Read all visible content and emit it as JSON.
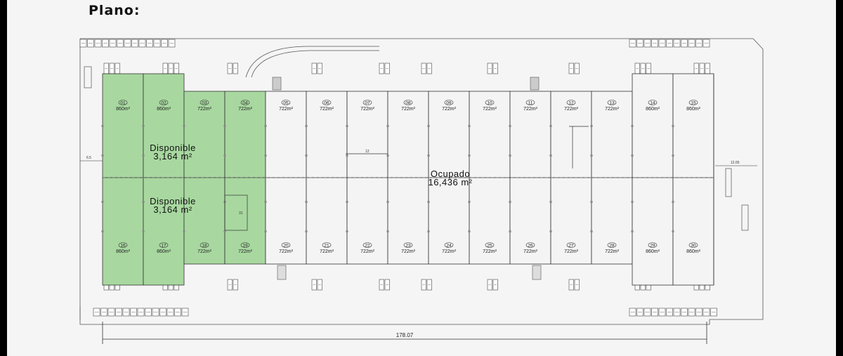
{
  "title": "Plano:",
  "colors": {
    "available": "#a8d8a0",
    "occupied": "#f4f4f4",
    "line": "#333333",
    "background": "#f5f5f5"
  },
  "top_bays": [
    {
      "num": "01",
      "area": "860m²",
      "status": "available"
    },
    {
      "num": "02",
      "area": "860m²",
      "status": "available"
    },
    {
      "num": "03",
      "area": "722m²",
      "status": "available"
    },
    {
      "num": "04",
      "area": "722m²",
      "status": "available"
    },
    {
      "num": "05",
      "area": "722m²",
      "status": "occupied"
    },
    {
      "num": "06",
      "area": "722m²",
      "status": "occupied"
    },
    {
      "num": "07",
      "area": "722m²",
      "status": "occupied"
    },
    {
      "num": "08",
      "area": "722m²",
      "status": "occupied"
    },
    {
      "num": "09",
      "area": "722m²",
      "status": "occupied"
    },
    {
      "num": "10",
      "area": "722m²",
      "status": "occupied"
    },
    {
      "num": "11",
      "area": "722m²",
      "status": "occupied"
    },
    {
      "num": "12",
      "area": "722m²",
      "status": "occupied"
    },
    {
      "num": "13",
      "area": "722m²",
      "status": "occupied"
    },
    {
      "num": "14",
      "area": "860m²",
      "status": "occupied"
    },
    {
      "num": "15",
      "area": "860m²",
      "status": "occupied"
    }
  ],
  "bottom_bays": [
    {
      "num": "16",
      "area": "860m²",
      "status": "available"
    },
    {
      "num": "17",
      "area": "860m²",
      "status": "available"
    },
    {
      "num": "18",
      "area": "722m²",
      "status": "available"
    },
    {
      "num": "19",
      "area": "722m²",
      "status": "available"
    },
    {
      "num": "20",
      "area": "722m²",
      "status": "occupied"
    },
    {
      "num": "21",
      "area": "722m²",
      "status": "occupied"
    },
    {
      "num": "22",
      "area": "722m²",
      "status": "occupied"
    },
    {
      "num": "23",
      "area": "722m²",
      "status": "occupied"
    },
    {
      "num": "24",
      "area": "722m²",
      "status": "occupied"
    },
    {
      "num": "25",
      "area": "722m²",
      "status": "occupied"
    },
    {
      "num": "26",
      "area": "722m²",
      "status": "occupied"
    },
    {
      "num": "27",
      "area": "722m²",
      "status": "occupied"
    },
    {
      "num": "28",
      "area": "722m²",
      "status": "occupied"
    },
    {
      "num": "29",
      "area": "860m²",
      "status": "occupied"
    },
    {
      "num": "30",
      "area": "860m²",
      "status": "occupied"
    }
  ],
  "labels": {
    "available_top_1": "Disponible",
    "available_top_2": "3,164 m²",
    "available_bottom_1": "Disponible",
    "available_bottom_2": "3,164 m²",
    "occupied_1": "Ocupado",
    "occupied_2": "16,436 m²"
  },
  "dimensions": {
    "total_width": "178.07",
    "left_setback": "6.5",
    "right_setback": "12.65",
    "inner_dim": "12",
    "inner_dim_2": "31"
  }
}
